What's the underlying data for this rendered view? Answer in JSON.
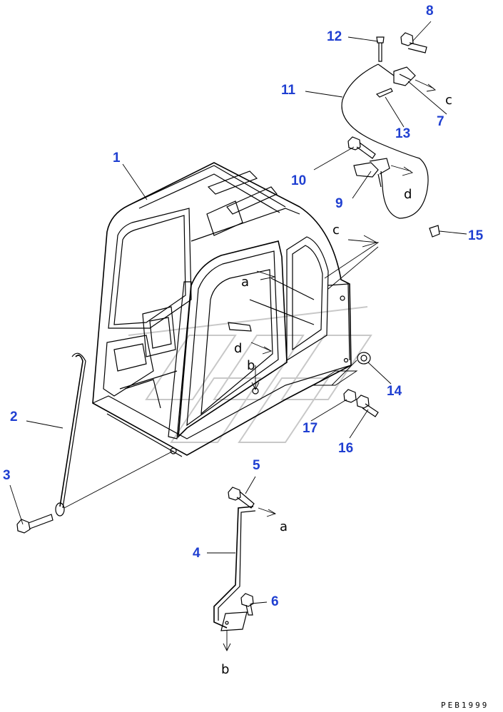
{
  "diagram": {
    "callouts": {
      "c1": "1",
      "c2": "2",
      "c3": "3",
      "c4": "4",
      "c5": "5",
      "c6": "6",
      "c7": "7",
      "c8": "8",
      "c9": "9",
      "c10": "10",
      "c11": "11",
      "c12": "12",
      "c13": "13",
      "c14": "14",
      "c15": "15",
      "c16": "16",
      "c17": "17"
    },
    "refs": {
      "a": "a",
      "b": "b",
      "c": "c",
      "d": "d"
    },
    "drawing_code": "PEB1999",
    "colors": {
      "callout": "#1f3fd1",
      "line": "#000000",
      "watermark": "#c8c8c8"
    }
  }
}
